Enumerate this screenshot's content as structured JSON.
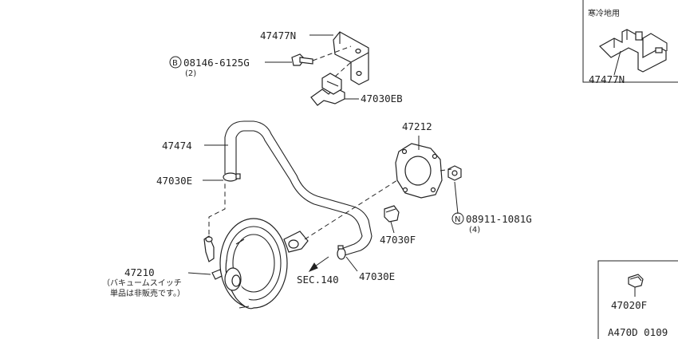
{
  "diagram": {
    "callouts": {
      "bracket_main": "47477N",
      "bolt_code": "08146-6125G",
      "bolt_prefix": "B",
      "bolt_qty": "(2)",
      "clip_eb": "47030EB",
      "hose": "47474",
      "clamp_e_top": "47030E",
      "gasket": "47212",
      "nut_code": "08911-1081G",
      "nut_prefix": "N",
      "nut_qty": "(4)",
      "grommet": "47030F",
      "booster": "47210",
      "booster_note_1": "（バキュームスイッチ",
      "booster_note_2": "単品は非販売です。）",
      "sec_ref": "SEC.140",
      "clamp_e_bottom": "47030E"
    },
    "inset_cold": {
      "title": "寒冷地用",
      "part": "47477N"
    },
    "inset_grommet": {
      "part": "47020F"
    },
    "diagram_code": "A470D 0109"
  }
}
